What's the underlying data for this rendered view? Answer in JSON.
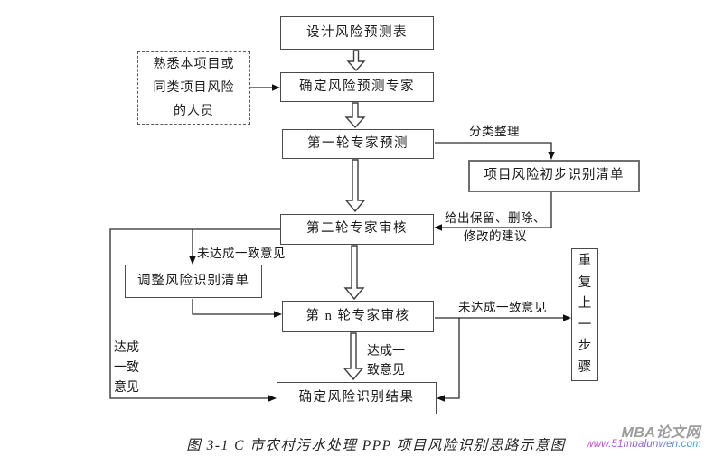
{
  "nodes": {
    "design_table": "设计风险预测表",
    "select_experts": "确定风险预测专家",
    "familiar_people": "熟悉本项目或同类项目风险的人员",
    "round1_predict": "第一轮专家预测",
    "round2_review": "第二轮专家审核",
    "round_n_review": "第 n 轮专家审核",
    "preliminary_list": "项目风险初步识别清单",
    "adjust_list": "调整风险识别清单",
    "repeat_previous": "重复上一步骤",
    "final_result": "确定风险识别结果"
  },
  "edge_labels": {
    "classify_organize": "分类整理",
    "suggestions": [
      "给出保留、删除、",
      "修改的建议"
    ],
    "no_consensus_to_adjust": "未达成一致意见",
    "no_consensus_to_repeat": "未达成一致意见",
    "consensus_to_result": "达成一致意见",
    "consensus_to_final": "达成一致意见"
  },
  "caption": "图 3-1 C 市农村污水处理 PPP 项目风险识别思路示意图",
  "watermark": {
    "site_name": "MBA论文网",
    "url": "www.51mbalunwen.com"
  },
  "colors": {
    "line": "#2b2b2b",
    "box_border": "#4a4a4a",
    "watermark_gray": "#9c9c9c",
    "url_gradient_start": "#d63ad6",
    "url_gradient_end": "#1fb0ea"
  }
}
